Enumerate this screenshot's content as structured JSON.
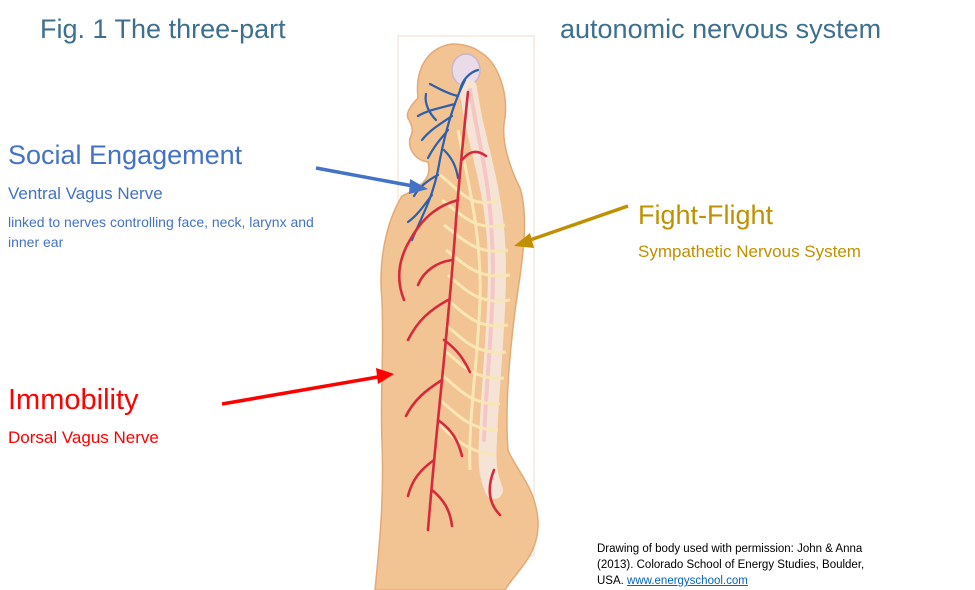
{
  "title": {
    "left": "Fig. 1 The three-part",
    "right": "autonomic nervous system"
  },
  "labels": {
    "social": {
      "heading": "Social Engagement",
      "subheading": "Ventral Vagus Nerve",
      "description": "linked to nerves controlling face, neck, larynx and inner ear",
      "color": "#4472c4"
    },
    "fight": {
      "heading": "Fight-Flight",
      "subheading": "Sympathetic Nervous System",
      "color": "#bf9000"
    },
    "immobility": {
      "heading": "Immobility",
      "subheading": "Dorsal Vagus Nerve",
      "color": "#ff0000"
    }
  },
  "credit": {
    "line1": "Drawing of body used with permission: John & Anna",
    "line2": "(2013).  Colorado School of Energy Studies, Boulder,",
    "line3_prefix": "USA.  ",
    "link": "www.energyschool.com"
  },
  "figure": {
    "body_color": "#f2c393",
    "spine_color": "#f5e3d6",
    "ventral_vagus_color": "#2e5fa8",
    "dorsal_vagus_color": "#d42b3c",
    "sympathetic_color": "#f8e7b4"
  }
}
